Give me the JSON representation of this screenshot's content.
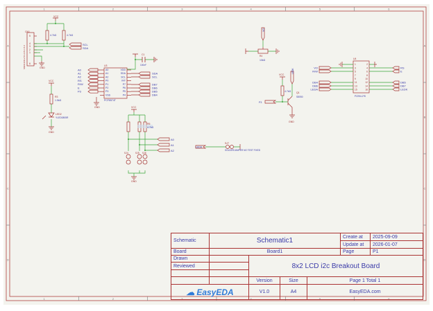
{
  "sheet": {
    "col_labels": [
      "1",
      "2",
      "3",
      "4",
      "5",
      "6"
    ],
    "row_labels": [
      "A",
      "B",
      "C",
      "D"
    ]
  },
  "schematic": {
    "connector": {
      "ref": "CN1",
      "part": "SMD/HDR-2.54-1X5-1.5-6",
      "pins": [
        "5",
        "4",
        "3",
        "2",
        "1",
        "6"
      ]
    },
    "pullups": [
      {
        "ref": "R1",
        "value": "4.7kΩ"
      },
      {
        "ref": "R2",
        "value": "4.7kΩ"
      }
    ],
    "i2c_ports": [
      "SCL",
      "SDA"
    ],
    "vcc_label": "VCC",
    "gnd_label": "GND",
    "expander": {
      "ref": "U3",
      "part": "PCF8574T",
      "left_pins": [
        "A0",
        "A1",
        "A2",
        "P0",
        "P1",
        "P2",
        "P3",
        "VSS"
      ],
      "right_pins": [
        "VDD",
        "SDA",
        "SCL",
        "INT",
        "P7",
        "P6",
        "P5",
        "P4"
      ],
      "left_nets": [
        "A0",
        "A1",
        "A2",
        "RS",
        "R/W",
        "E",
        "P3"
      ],
      "right_nets": [
        "SDA",
        "SCL",
        "DB7",
        "DB6",
        "DB5",
        "DB4"
      ]
    },
    "capacitor": {
      "ref": "C1",
      "value": "100nF"
    },
    "led_circuit": {
      "resistor_ref": "R3",
      "resistor_value": "1.5kΩ",
      "led_ref": "LED2",
      "led_part": "YLED0805R"
    },
    "address_block": {
      "resistor_ref": "R6",
      "resistor_value": "4.7kΩ",
      "jumpers": [
        "SJ4",
        "SJ5",
        "SJ6"
      ],
      "nets": [
        "A0",
        "A1",
        "A2"
      ]
    },
    "potentiometer": {
      "ref": "R4",
      "value": "10kΩ",
      "net": "VO"
    },
    "transistor": {
      "ref": "Q1",
      "part": "S8050",
      "resistor_ref": "R5",
      "resistor_value": "4.7kΩ",
      "base_net": "P3",
      "collector_net": "LEDK"
    },
    "lcd_header": {
      "ref": "U4",
      "part": "PZ254-2*8",
      "left_pins": [
        "1",
        "3",
        "5",
        "7",
        "9",
        "11",
        "13",
        "15"
      ],
      "right_pins": [
        "2",
        "4",
        "6",
        "8",
        "10",
        "12",
        "14",
        "16"
      ],
      "left_nets": [
        "VO",
        "R/W",
        "DB4",
        "DB6",
        "LEDA"
      ],
      "right_nets": [
        "RS",
        "E",
        "DB5",
        "DB7",
        "LEDK"
      ]
    },
    "solder_jumper": {
      "ref": "SJ7",
      "note": "SOLDERJUMPER NO TEST FIXED",
      "net": "LEDA"
    }
  },
  "title_block": {
    "schematic_label": "Schematic",
    "schematic_value": "Schematic1",
    "create_label": "Create at",
    "create_value": "2025-09-09",
    "update_label": "Update at",
    "update_value": "2026-01-07",
    "board_label": "Board",
    "board_value": "Board1",
    "page_label": "Page",
    "page_value": "P1",
    "drawn_label": "Drawn",
    "reviewed_label": "Reviewed",
    "title": "8x2 LCD i2c Breakout Board",
    "version_label": "Version",
    "version_value": "V1.0",
    "size_label": "Size",
    "size_value": "A4",
    "page_total": "Page  1  Total  1",
    "logo_text": "EasyEDA",
    "website": "EasyEDA.com"
  },
  "colors": {
    "frame": "#b04040",
    "wire": "#3aa63a",
    "symbol": "#a33030",
    "text": "#3a3aa8",
    "logo": "#2f7bd8",
    "paper": "#f4f4ee"
  }
}
